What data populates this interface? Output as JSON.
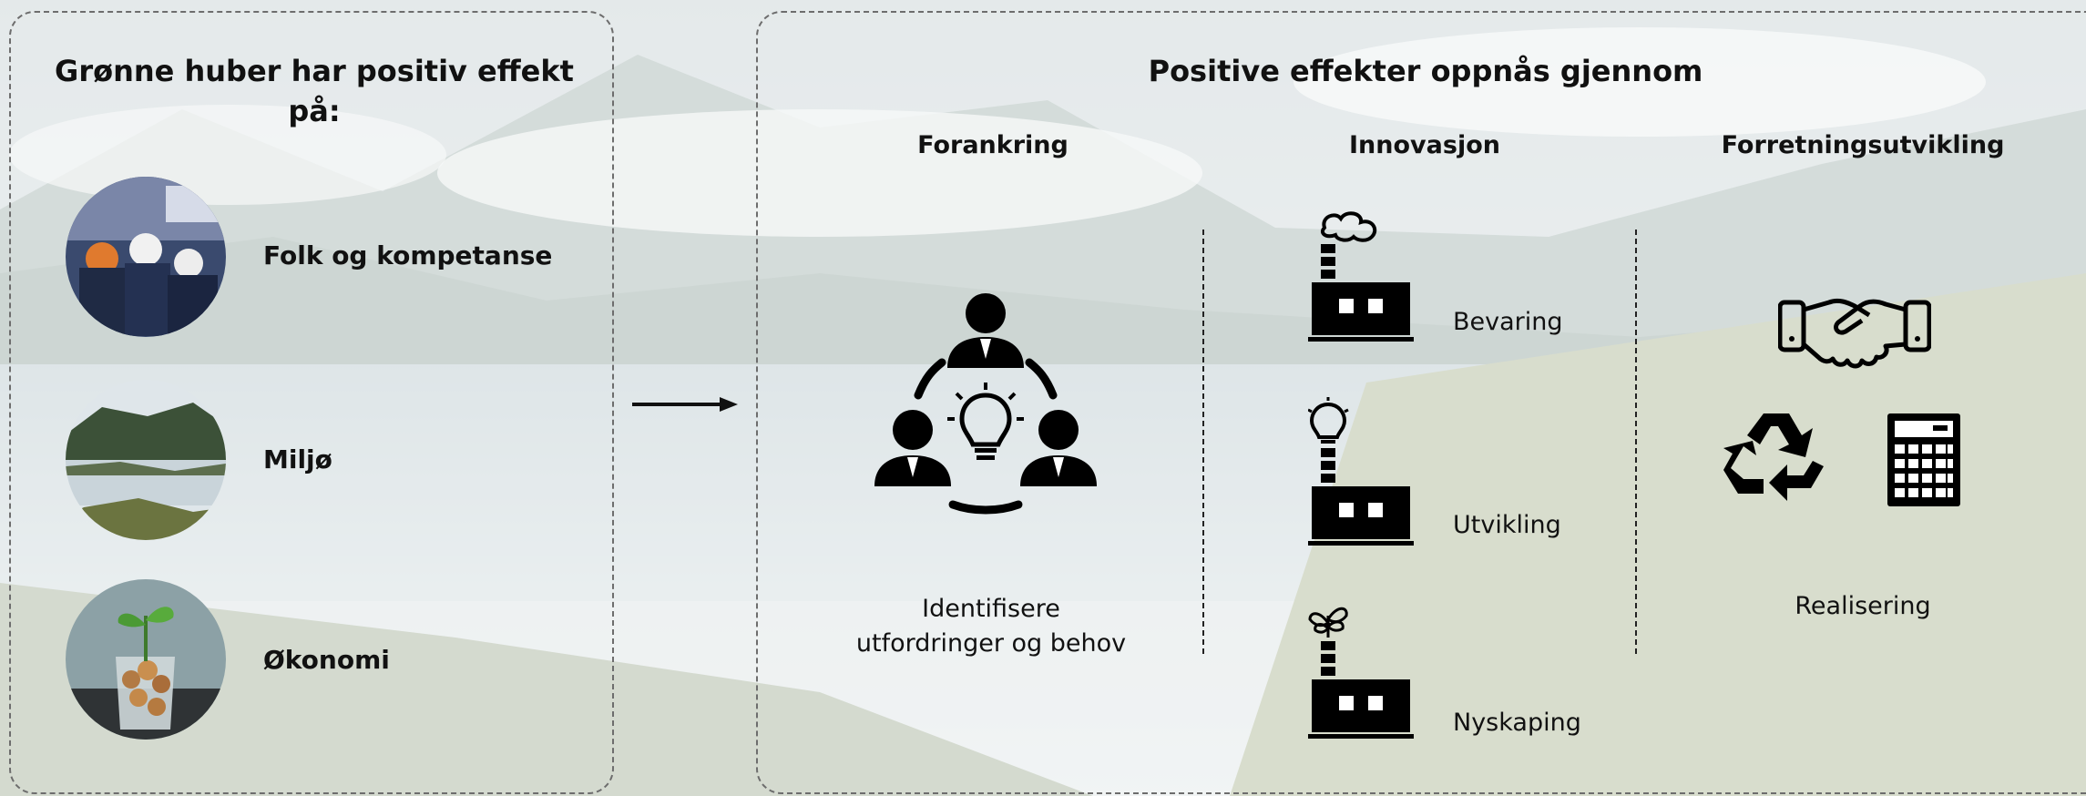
{
  "left_panel": {
    "title_line1": "Grønne huber har positiv effekt",
    "title_line2": "på:",
    "items": [
      {
        "label": "Folk og kompetanse",
        "icon": "workers-photo"
      },
      {
        "label": "Miljø",
        "icon": "fjord-landscape-photo"
      },
      {
        "label": "Økonomi",
        "icon": "coins-plant-jar-photo"
      }
    ]
  },
  "right_panel": {
    "title": "Positive effekter oppnås gjennom",
    "columns": [
      {
        "heading": "Forankring",
        "caption_line1": "Identifisere",
        "caption_line2": "utfordringer og behov",
        "icon": "team-idea-icon"
      },
      {
        "heading": "Innovasjon",
        "items": [
          {
            "label": "Bevaring",
            "icon": "factory-smoke-icon"
          },
          {
            "label": "Utvikling",
            "icon": "factory-lightbulb-icon"
          },
          {
            "label": "Nyskaping",
            "icon": "factory-sprout-icon"
          }
        ]
      },
      {
        "heading": "Forretningsutvikling",
        "caption": "Realisering",
        "icons": [
          "handshake-icon",
          "recycle-icon",
          "calculator-icon"
        ]
      }
    ]
  },
  "colors": {
    "border": "#6d6d6d",
    "icon": "#000000",
    "overlay": "#ffffff"
  }
}
